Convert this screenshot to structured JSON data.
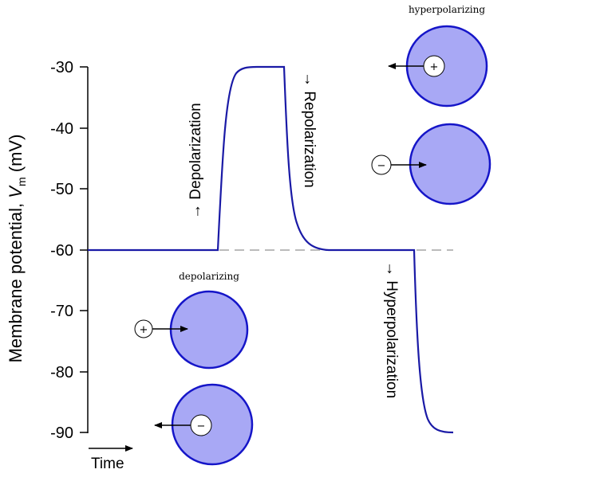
{
  "yaxis": {
    "label_main": "Membrane potential, ",
    "label_var": "V",
    "label_sub": "m",
    "label_unit": " (mV)",
    "ticks": [
      "-30",
      "-40",
      "-50",
      "-60",
      "-70",
      "-80",
      "-90"
    ]
  },
  "xaxis": {
    "label": "Time"
  },
  "phases": {
    "depolarization": "→ Depolarization",
    "repolarization": "→ Repolarization",
    "hyperpolarization": "→ Hyperpolarization"
  },
  "insets": {
    "depolarizing": {
      "title": "depolarizing",
      "top_ion": "+",
      "bottom_ion": "−"
    },
    "hyperpolarizing": {
      "title": "hyperpolarizing",
      "top_ion": "+",
      "bottom_ion": "−"
    }
  },
  "colors": {
    "trace": "#1a1aa6",
    "baseline": "#bbbbbb",
    "cell_fill": "#a8a8f5",
    "cell_stroke": "#1515c8"
  }
}
